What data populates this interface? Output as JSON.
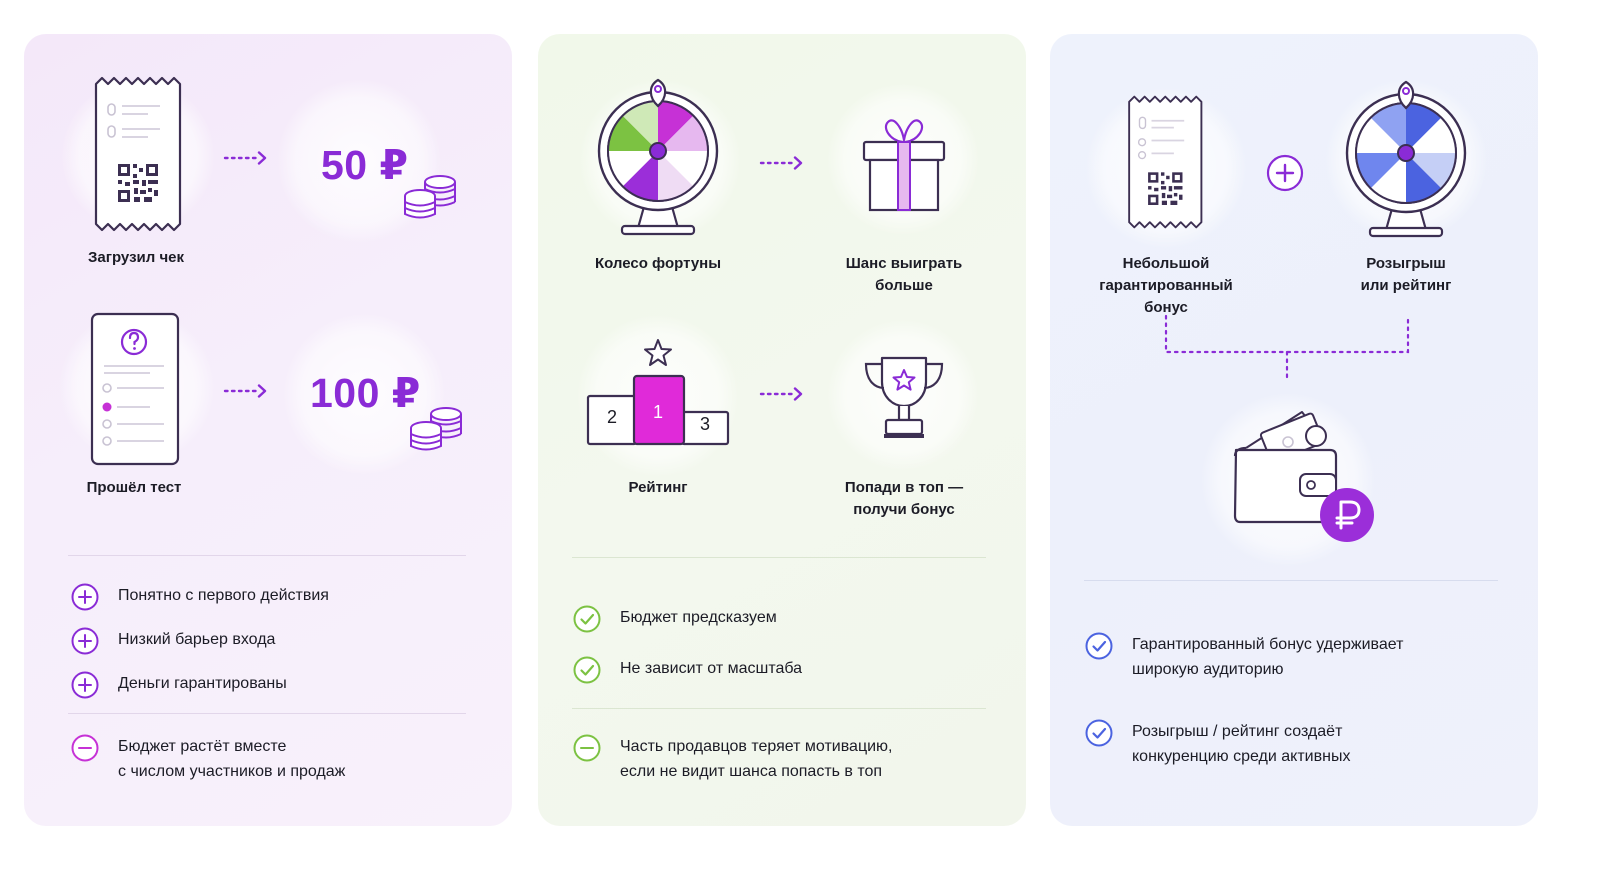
{
  "colors": {
    "accent_purple": "#8a2bd6",
    "accent_green": "#7cc242",
    "accent_blue": "#4b63e0",
    "outline": "#3c2f52",
    "panel1_bg": "#f5ebfa",
    "panel2_bg": "#f2f8ec",
    "panel3_bg": "#eef1fb"
  },
  "panel1": {
    "steps": [
      {
        "icon": "receipt-qr-icon",
        "label": "Загрузил чек",
        "amount": "50 ₽",
        "amount_icon": "coins-icon"
      },
      {
        "icon": "quiz-sheet-icon",
        "label": "Прошёл тест",
        "amount": "100 ₽",
        "amount_icon": "coins-icon"
      }
    ],
    "pros": [
      "Понятно с первого действия",
      "Низкий барьер входа",
      "Деньги гарантированы"
    ],
    "cons": [
      "Бюджет растёт вместе\nс числом участников и продаж"
    ]
  },
  "panel2": {
    "steps": [
      {
        "icon": "fortune-wheel-icon",
        "label": "Колесо фортуны",
        "result_icon": "gift-icon",
        "result_label": "Шанс выиграть\nбольше"
      },
      {
        "icon": "podium-icon",
        "label": "Рейтинг",
        "result_icon": "trophy-icon",
        "result_label": "Попади в топ —\nполучи бонус"
      }
    ],
    "podium_places": [
      "2",
      "1",
      "3"
    ],
    "pros": [
      "Бюджет предсказуем",
      "Не зависит от масштаба"
    ],
    "cons": [
      "Часть продавцов теряет мотивацию,\nесли не видит шанса попасть в топ"
    ]
  },
  "panel3": {
    "left": {
      "icon": "receipt-qr-icon",
      "label": "Небольшой\nгарантированный\nбонус"
    },
    "right": {
      "icon": "fortune-wheel-icon",
      "label": "Розыгрыш\nили рейтинг"
    },
    "combine_icon": "plus-circle-icon",
    "result_icon": "wallet-ruble-icon",
    "pros": [
      "Гарантированный бонус удерживает\nширокую аудиторию",
      "Розыгрыш / рейтинг создаёт\nконкуренцию среди активных"
    ]
  }
}
